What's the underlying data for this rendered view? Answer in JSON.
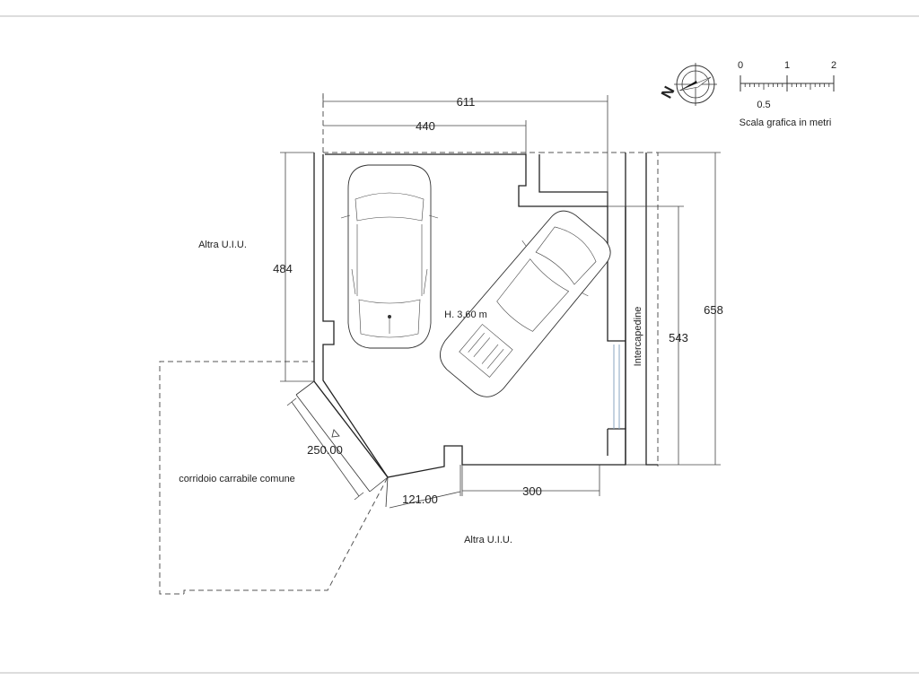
{
  "dimensions": {
    "d611": "611",
    "d440": "440",
    "d484": "484",
    "d543": "543",
    "d658": "658",
    "d300": "300",
    "d250": "250.00",
    "d121": "121.00"
  },
  "labels": {
    "altra_left": "Altra U.I.U.",
    "altra_bottom": "Altra U.I.U.",
    "corridoio": "corridoio carrabile comune",
    "height": "H. 3,60 m",
    "intercapedine": "Intercapedine"
  },
  "scale": {
    "tick0": "0",
    "tick1": "1",
    "tick2": "2",
    "tick_half": "0.5",
    "caption": "Scala grafica in metri"
  },
  "compass": {
    "north": "N"
  }
}
